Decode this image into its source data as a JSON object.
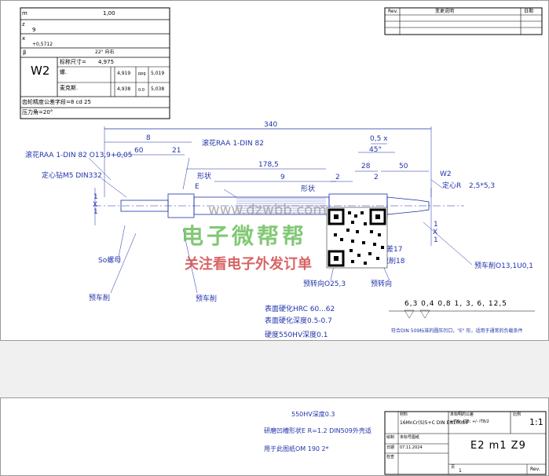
{
  "gear_table": {
    "row1_label": "m",
    "row1_value": "1,00",
    "row2_label": "z",
    "row2_value": "9",
    "row3_label": "x",
    "row3_value": "+0,5712",
    "row4_label": "β",
    "row4_value": "22° 向右",
    "w_label": "W2",
    "nominal_label": "标称尺寸=",
    "nominal_value": "4,975",
    "over_label": "螺.",
    "over_min": "4,919",
    "over_max": "5,019",
    "over_unit": "ppg",
    "tol_label": "麦克斯.",
    "tol_min": "4,938",
    "tol_max": "5,038",
    "tol_unit": "0.0",
    "quality": "齿轮精度公差字段=8 cd 25",
    "pressure": "压力角=20°"
  },
  "revision_table": {
    "col1": "Rev.",
    "col2": "变更说明",
    "col3": "日期"
  },
  "drawing": {
    "total_length": "340",
    "dim_8": "8",
    "dim_60": "60",
    "dim_21": "21",
    "dim_178": "178,5",
    "dim_9": "9",
    "dim_2a": "2",
    "dim_2b": "2",
    "dim_28": "28",
    "dim_50": "50",
    "dim_45": "45°",
    "dim_05x": "0,5 x",
    "knurl_left": "滚花RAA 1-DIN 82 O13,9+0,05",
    "knurl_top": "滚花RAA 1-DIN 82",
    "center_drill": "定心钻M5 DIN332",
    "label_form_a": "形状",
    "label_e": "E",
    "label_form_b": "形状",
    "label_w2": "W2",
    "center_r": "定心R",
    "center_r_val": "2,5*5,3",
    "tol_17": "公差17",
    "flow_18": "流削18",
    "pre_turn_right": "预车削O13,1U0,1",
    "pre_turn_dir": "预转向O25,3",
    "pre_turn_dir2": "预转向",
    "so_nut": "So螺母",
    "pre_turn_a": "预车削",
    "pre_turn_b": "预车削",
    "hard1": "表面硬化HRC 60...62",
    "hard2": "表面硬化深度0.5-0.7",
    "hard3": "硬度550HV深度0.1",
    "roughness": "6,3  0,4  0,8  1,  3,  6,  12,5",
    "note_din": "符合DIN 509标准的圆压凹口，\"E\" 形，适用于通常的负载条件",
    "label_x_left": "X",
    "label_x_right": "X",
    "label_1a": "1",
    "label_1b": "1",
    "label_1c": "1",
    "label_1d": "1"
  },
  "watermark": {
    "url": "www.dzwbb.com",
    "brand": "电子微帮帮",
    "slogan": "关注看电子外发订单"
  },
  "sheet2": {
    "note1": "550HV深度0.3",
    "note2": "研磨凹槽形状E R=1.2 DIN509外壳适",
    "note3": "用于此图纸OM 190 2*",
    "mat_label": "材料",
    "mat_value": "16MnCr(S)5+C DIN EN10084",
    "tol_label": "未标明的公差",
    "tol_value": "+IT8; -IT8; +/- IT8/2",
    "scale_label": "比例",
    "scale_value": "1:1",
    "drawn_label": "绘制",
    "drawn_value": "未标号图纸",
    "date_label": "日期",
    "date_value": "07.11.2024",
    "check_label": "检查",
    "title": "E2 m1 Z9",
    "page_label": "页",
    "page_value": "1",
    "rev_label": "Rev."
  }
}
